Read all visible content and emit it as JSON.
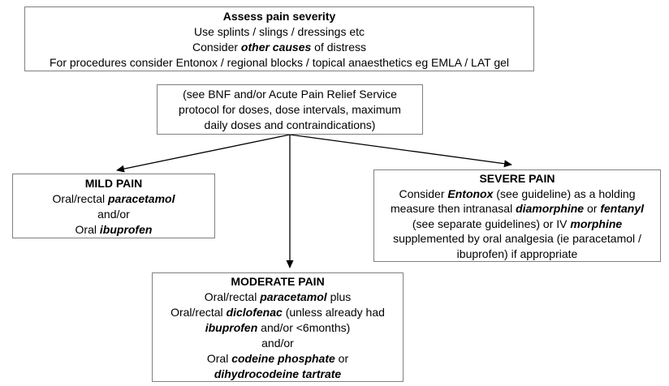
{
  "colors": {
    "background": "#ffffff",
    "box_border": "#808080",
    "text": "#000000",
    "arrow": "#000000"
  },
  "assess_box": {
    "lines": [
      {
        "segs": [
          {
            "t": "Assess pain severity"
          }
        ]
      },
      {
        "segs": [
          {
            "t": "Use splints / slings / dressings etc"
          }
        ]
      },
      {
        "segs": [
          {
            "t": "Consider "
          },
          {
            "t": "other causes"
          },
          {
            "t": " of distress"
          }
        ]
      },
      {
        "segs": [
          {
            "t": "For procedures consider Entonox / regional blocks / topical anaesthetics eg EMLA / LAT gel"
          }
        ]
      }
    ]
  },
  "bnf_box": {
    "lines": [
      {
        "segs": [
          {
            "t": "(see BNF and/or Acute Pain Relief Service"
          }
        ]
      },
      {
        "segs": [
          {
            "t": "protocol for doses, dose intervals, maximum"
          }
        ]
      },
      {
        "segs": [
          {
            "t": "daily doses and contraindications)"
          }
        ]
      }
    ]
  },
  "mild_box": {
    "lines": [
      {
        "segs": [
          {
            "t": "MILD PAIN"
          }
        ]
      },
      {
        "segs": [
          {
            "t": "Oral/rectal "
          },
          {
            "t": "paracetamol"
          }
        ]
      },
      {
        "segs": [
          {
            "t": "and/or"
          }
        ]
      },
      {
        "segs": [
          {
            "t": "Oral "
          },
          {
            "t": "ibuprofen"
          }
        ]
      }
    ]
  },
  "moderate_box": {
    "lines": [
      {
        "segs": [
          {
            "t": "MODERATE PAIN"
          }
        ]
      },
      {
        "segs": [
          {
            "t": "Oral/rectal "
          },
          {
            "t": "paracetamol"
          },
          {
            "t": " plus"
          }
        ]
      },
      {
        "segs": [
          {
            "t": "Oral/rectal "
          },
          {
            "t": "diclofenac"
          },
          {
            "t": " (unless already had"
          }
        ]
      },
      {
        "segs": [
          {
            "t": "ibuprofen"
          },
          {
            "t": " and/or <6months)"
          }
        ]
      },
      {
        "segs": [
          {
            "t": "and/or"
          }
        ]
      },
      {
        "segs": [
          {
            "t": "Oral "
          },
          {
            "t": "codeine phosphate"
          },
          {
            "t": " or"
          }
        ]
      },
      {
        "segs": [
          {
            "t": "dihydrocodeine tartrate"
          }
        ]
      }
    ]
  },
  "severe_box": {
    "lines": [
      {
        "segs": [
          {
            "t": "SEVERE PAIN"
          }
        ]
      },
      {
        "segs": [
          {
            "t": "Consider "
          },
          {
            "t": "Entonox"
          },
          {
            "t": " (see guideline) as a holding"
          }
        ]
      },
      {
        "segs": [
          {
            "t": "measure then intranasal "
          },
          {
            "t": "diamorphine"
          },
          {
            "t": " or "
          },
          {
            "t": "fentanyl"
          }
        ]
      },
      {
        "segs": [
          {
            "t": "(see separate guidelines) or IV "
          },
          {
            "t": "morphine"
          }
        ]
      },
      {
        "segs": [
          {
            "t": "supplemented by oral analgesia (ie paracetamol /"
          }
        ]
      },
      {
        "segs": [
          {
            "t": "ibuprofen) if appropriate"
          }
        ]
      }
    ]
  }
}
